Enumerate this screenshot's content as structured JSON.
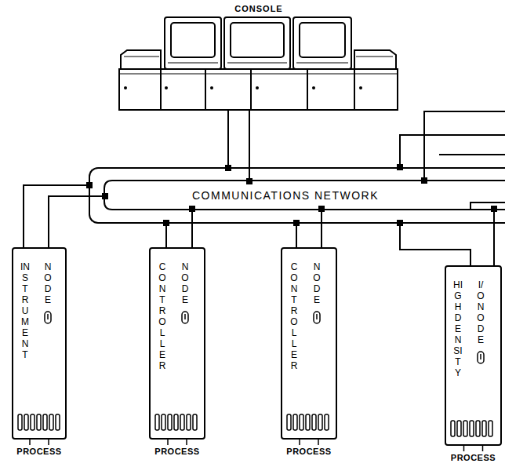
{
  "diagram": {
    "nodes": [
      {
        "text": [
          "CONSOLE"
        ]
      },
      {
        "text": [
          "COMMUNICATIONS NETWORK"
        ]
      },
      {
        "text": [
          "INSTRUMENT",
          "NODE"
        ]
      },
      {
        "text": [
          "CONTROLLER",
          "NODE"
        ]
      },
      {
        "text": [
          "CONTROLLER",
          "NODE"
        ]
      },
      {
        "text": [
          "HIGH DENSITY",
          "I/O NODE"
        ]
      }
    ],
    "edges": [
      {
        "from": 0,
        "to": 1,
        "arrow": "none"
      },
      {
        "from": 0,
        "to": 1,
        "arrow": "none"
      },
      {
        "from": 2,
        "to": 1,
        "arrow": "none"
      },
      {
        "from": 2,
        "to": 1,
        "arrow": "none"
      },
      {
        "from": 3,
        "to": 1,
        "arrow": "none"
      },
      {
        "from": 3,
        "to": 1,
        "arrow": "none"
      },
      {
        "from": 4,
        "to": 1,
        "arrow": "none"
      },
      {
        "from": 4,
        "to": 1,
        "arrow": "none"
      },
      {
        "from": 5,
        "to": 1,
        "arrow": "none"
      },
      {
        "from": 5,
        "to": 1,
        "arrow": "none"
      }
    ],
    "labels": [
      "PROCESS",
      "PROCESS",
      "PROCESS",
      "PROCESS"
    ]
  }
}
